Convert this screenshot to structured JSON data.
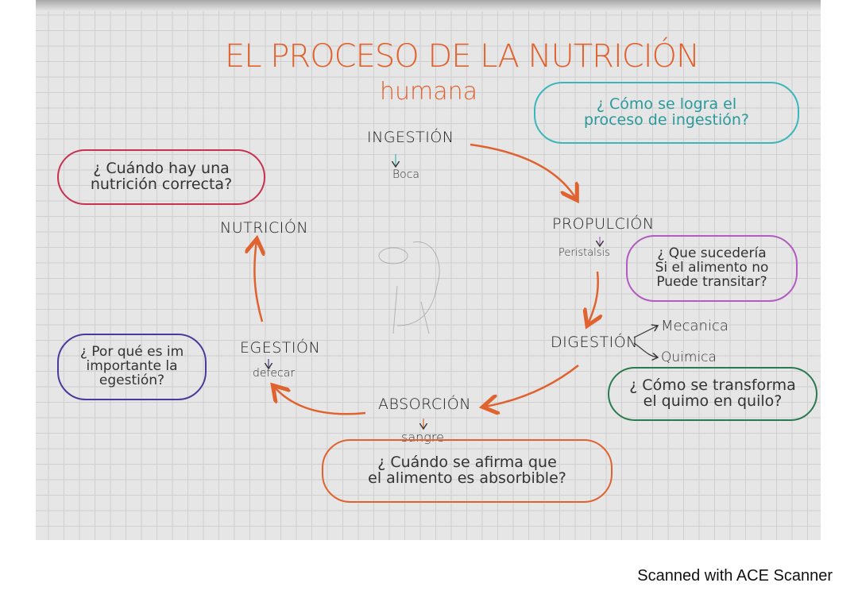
{
  "title": "EL PROCESO DE LA NUTRICIÓN",
  "subtitle": "humana",
  "nodes": {
    "ingestion": {
      "label": "INGESTIÓN",
      "detail": "Boca"
    },
    "propulcion": {
      "label": "PROPULCIÓN",
      "detail": "Peristalsis"
    },
    "digestion": {
      "label": "DIGESTIÓN",
      "branches": [
        "Mecanica",
        "Quimica"
      ]
    },
    "absorcion": {
      "label": "ABSORCIÓN",
      "detail": "sangre"
    },
    "egestion": {
      "label": "EGESTIÓN",
      "detail": "defecar"
    },
    "nutricion": {
      "label": "NUTRICIÓN"
    }
  },
  "questions": {
    "ingestion": [
      "¿ Cómo se logra el",
      "proceso de ingestión?"
    ],
    "nutricion": [
      "¿ Cuándo hay una",
      "nutrición correcta?"
    ],
    "propulcion": [
      "¿ Que sucedería",
      "Si el alimento no",
      "Puede transitar?"
    ],
    "egestion": [
      "¿ Por qué es im",
      "importante la",
      "egestión?"
    ],
    "digestion": [
      "¿ Cómo se transforma",
      "el quimo en quilo?"
    ],
    "absorcion": [
      "¿ Cuándo se afirma que",
      "el alimento es absorbible?"
    ]
  },
  "footer": "Scanned with ACE Scanner",
  "colors": {
    "title": "#e0622e",
    "arrows": "#e0622e",
    "cyan": "#3bb7b9",
    "pink": "#c8304f",
    "purple": "#b05cc0",
    "indigo": "#4a3a9a",
    "green": "#2a7a50"
  }
}
